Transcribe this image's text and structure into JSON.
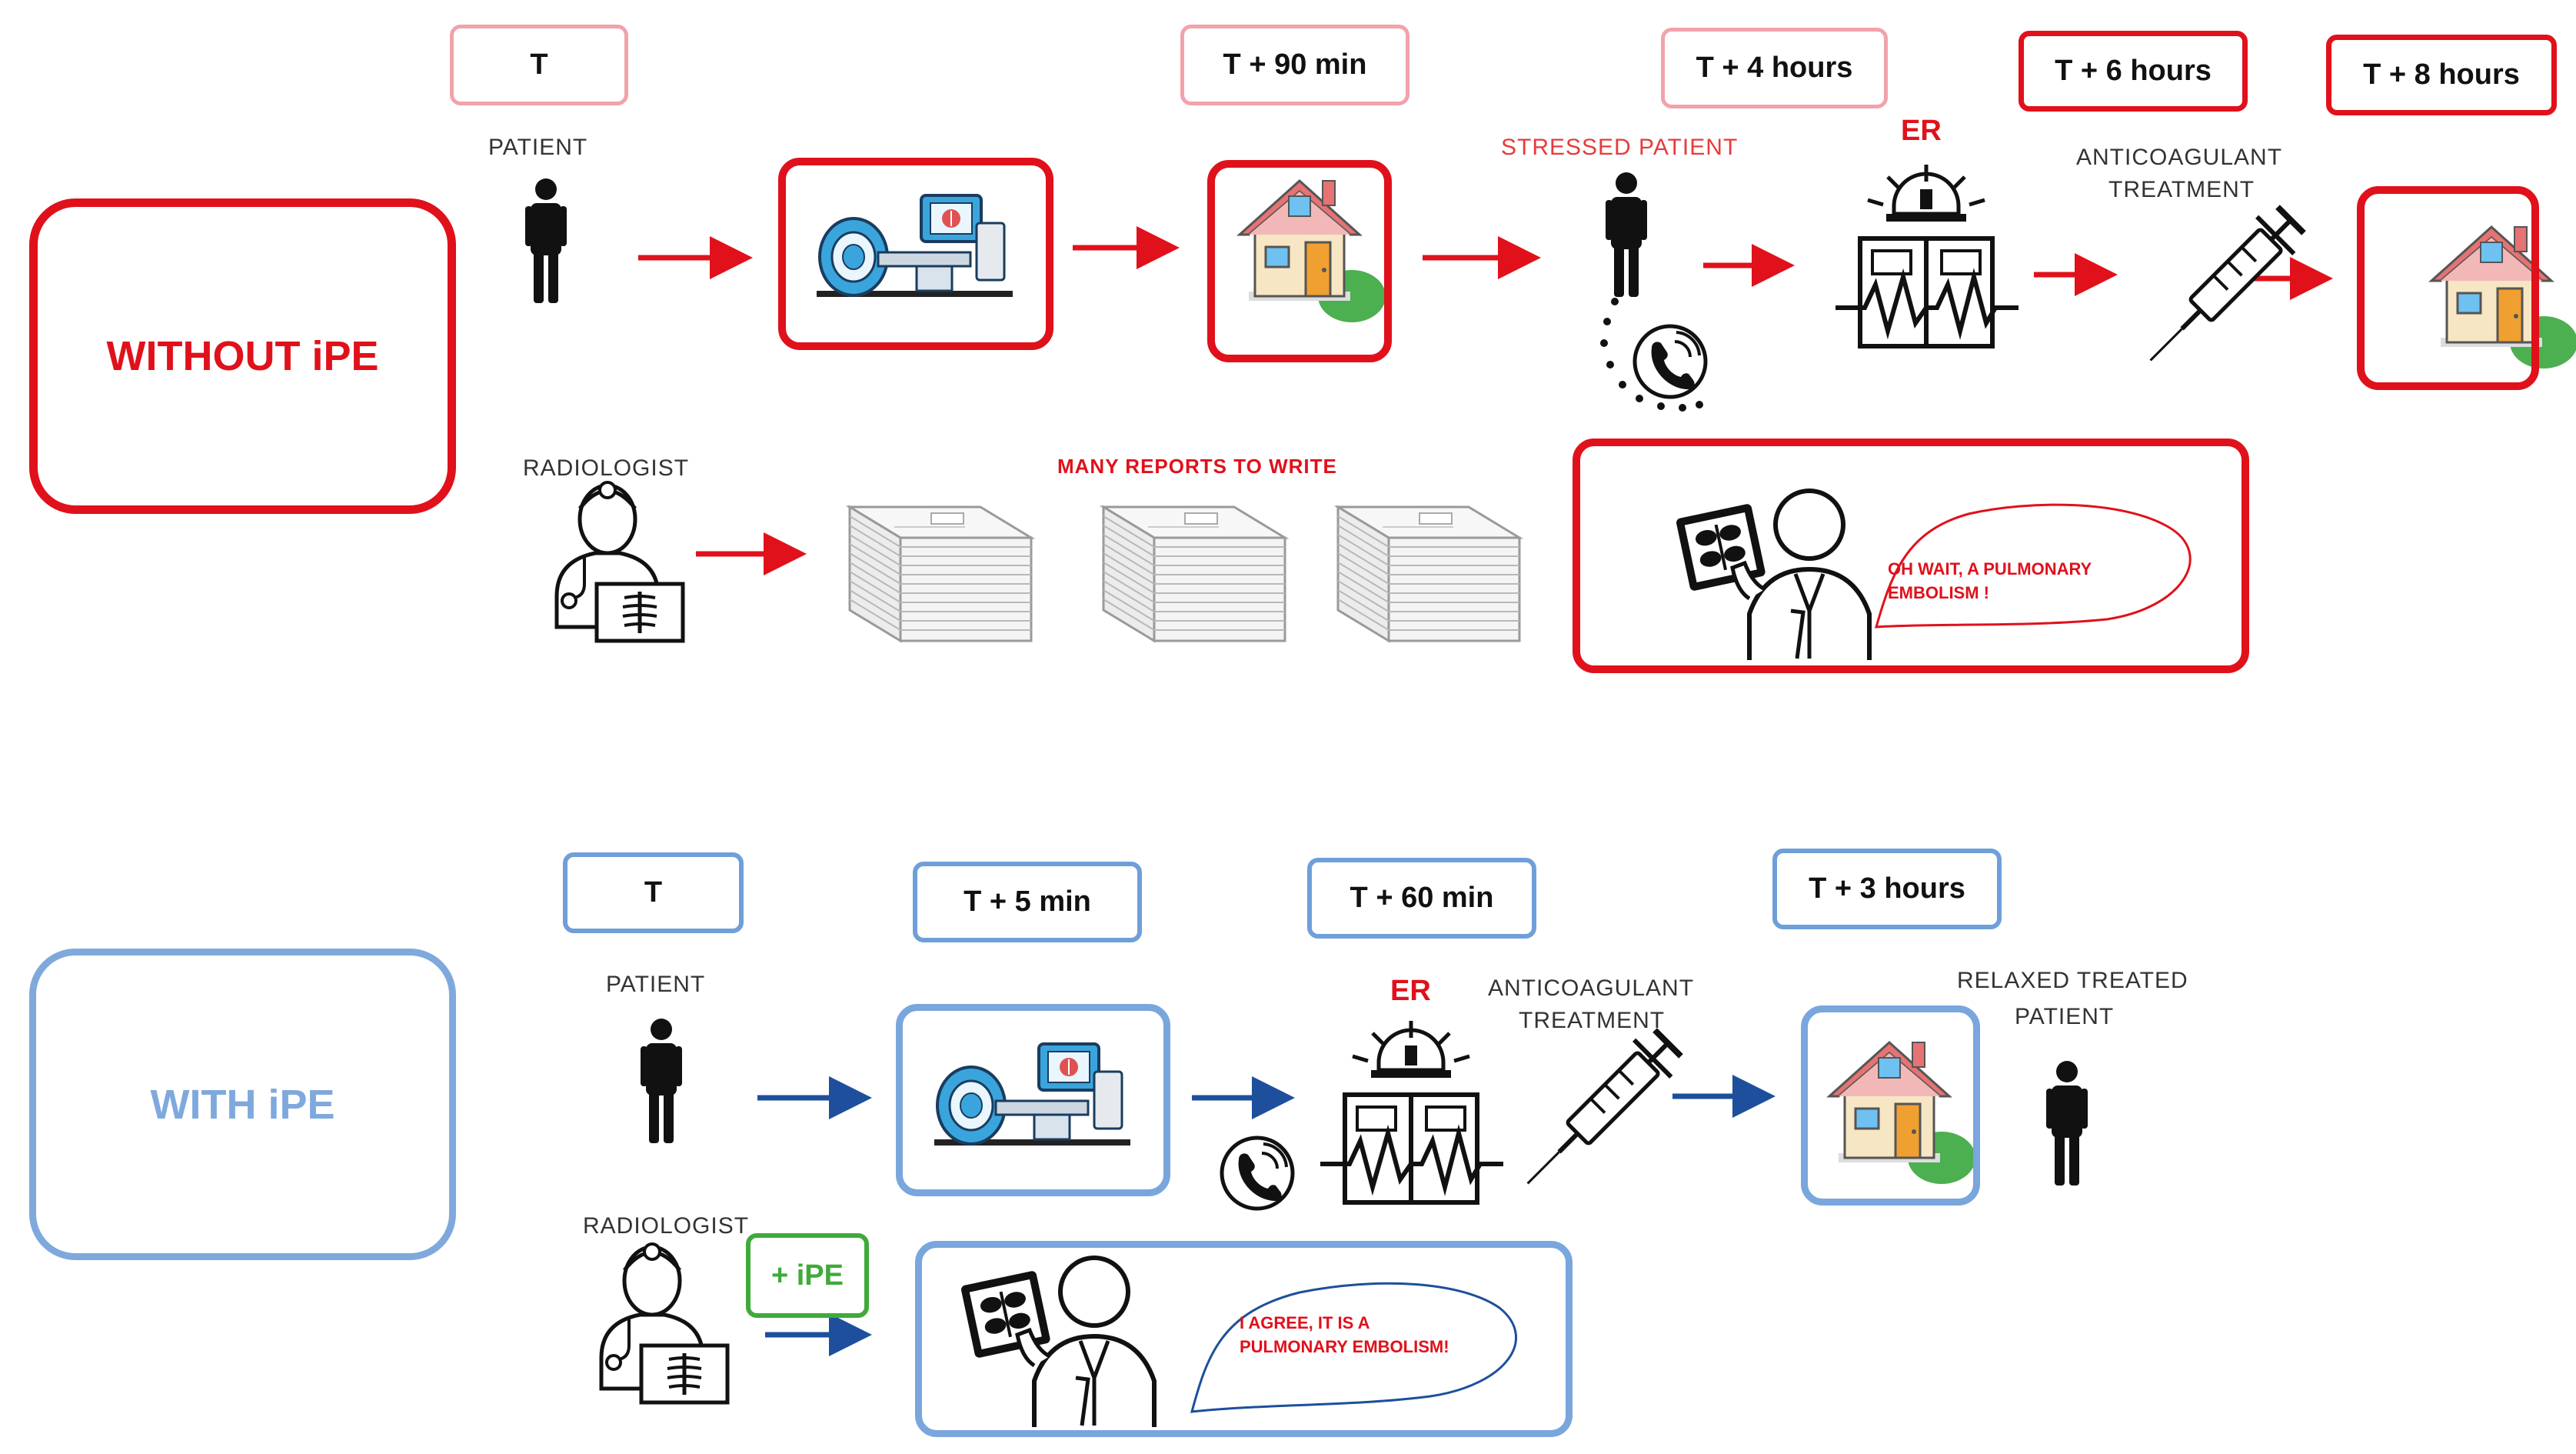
{
  "without_panel": {
    "title": "WITHOUT iPE",
    "times": {
      "t0": "T",
      "t90": "T + 90 min",
      "t4h": "T + 4 hours",
      "t6h": "T + 6 hours",
      "t8h": "T + 8 hours"
    },
    "labels": {
      "patient": "PATIENT",
      "stressed_patient": "STRESSED PATIENT",
      "er": "ER",
      "anticoagulant_line1": "ANTICOAGULANT",
      "anticoagulant_line2": "TREATMENT",
      "radiologist": "RADIOLOGIST",
      "many_reports": "MANY REPORTS TO WRITE"
    },
    "speech_line1": "OH WAIT,  A PULMONARY",
    "speech_line2": "EMBOLISM !"
  },
  "with_panel": {
    "title": "WITH iPE",
    "times": {
      "t0": "T",
      "t5": "T + 5 min",
      "t60": "T + 60 min",
      "t3h": "T + 3 hours"
    },
    "labels": {
      "patient": "PATIENT",
      "er": "ER",
      "anticoagulant_line1": "ANTICOAGULANT",
      "anticoagulant_line2": "TREATMENT",
      "relaxed_line1": "RELAXED TREATED",
      "relaxed_line2": "PATIENT",
      "radiologist": "RADIOLOGIST",
      "plus_ipe": "+ iPE"
    },
    "speech_line1": "I AGREE, IT IS A",
    "speech_line2": "PULMONARY EMBOLISM!"
  },
  "colors": {
    "red": "#e0111b",
    "light_red": "#f2a2aa",
    "blue": "#1d4f9c",
    "light_blue": "#7fa9dc",
    "green": "#3faa3a"
  }
}
